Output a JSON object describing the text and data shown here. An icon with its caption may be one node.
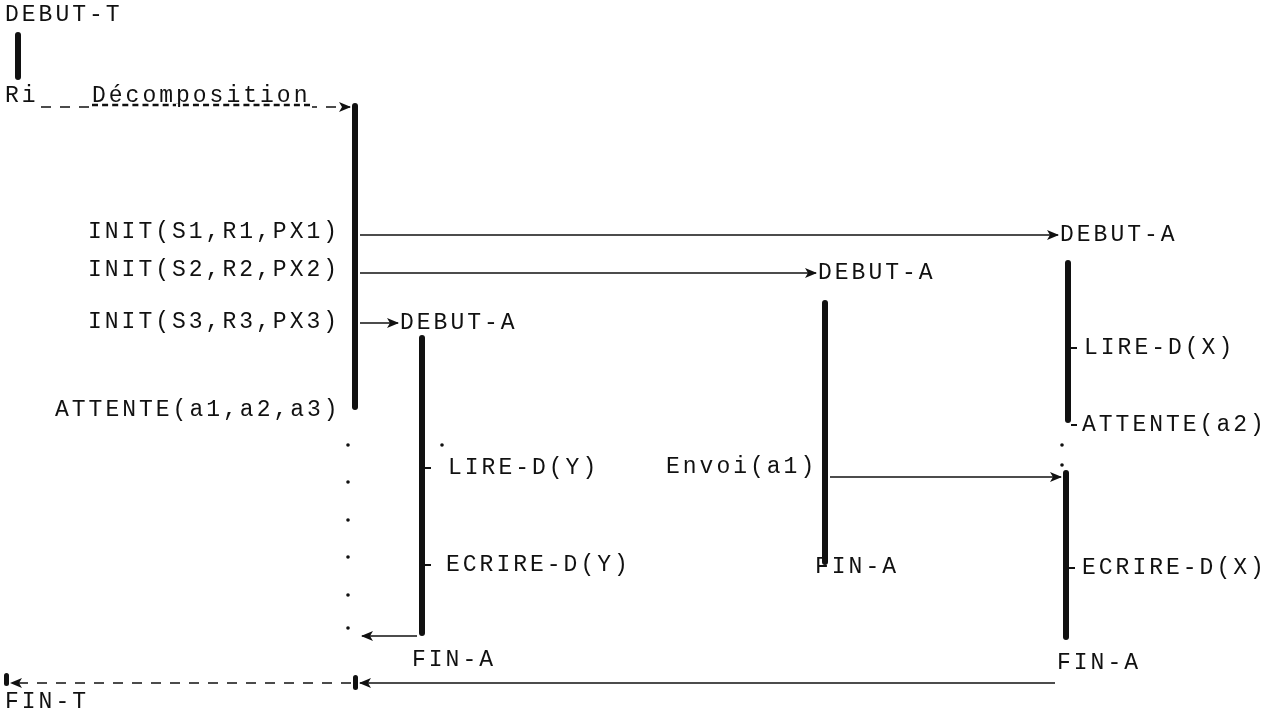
{
  "diagram": {
    "nodes": [
      {
        "text": [],
        "shape": "bar"
      },
      {
        "text": [
          "Ri"
        ]
      },
      {
        "text": [],
        "shape": "bar"
      },
      {
        "text": [
          "DEBUT-A"
        ]
      },
      {
        "text": [
          "DEBUT-A"
        ]
      },
      {
        "text": [
          "DEBUT-A"
        ]
      },
      {
        "text": [],
        "shape": "bar"
      },
      {
        "text": [],
        "shape": "bar"
      },
      {
        "text": [],
        "shape": "bar"
      },
      {
        "text": [],
        "shape": "bar"
      },
      {
        "text": [],
        "shape": "bar"
      },
      {
        "text": [],
        "shape": "bar"
      }
    ],
    "edges": [
      {
        "from": 1,
        "to": 2,
        "arrow": "to",
        "label": "Décomposition",
        "style": "dashed"
      },
      {
        "from": 2,
        "to": 3,
        "arrow": "to"
      },
      {
        "from": 2,
        "to": 4,
        "arrow": "to"
      },
      {
        "from": 2,
        "to": 5,
        "arrow": "to"
      },
      {
        "from": 7,
        "to": 9,
        "arrow": "to"
      },
      {
        "from": 6,
        "to": null,
        "arrow": "to"
      },
      {
        "from": null,
        "to": 10,
        "arrow": "to"
      },
      {
        "from": 10,
        "to": 11,
        "arrow": "to",
        "style": "dashed"
      }
    ],
    "labels": [
      "DEBUT-T",
      "INIT(S1,R1,PX1)",
      "INIT(S2,R2,PX2)",
      "INIT(S3,R3,PX3)",
      "LIRE-D(X)",
      "ATTENTE(a1,a2,a3)",
      "ATTENTE(a2)",
      "LIRE-D(Y)",
      "Envoi(a1)",
      "ECRIRE-D(Y)",
      "FIN-A",
      "ECRIRE-D(X)",
      "FIN-A",
      "FIN-A",
      "FIN-T"
    ]
  }
}
